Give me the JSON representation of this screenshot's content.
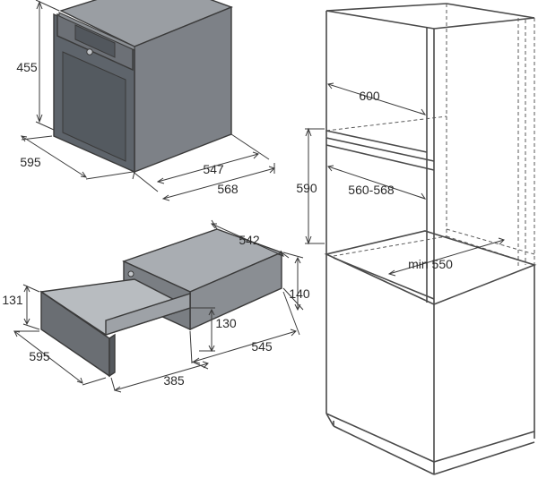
{
  "colors": {
    "line": "#3a3a3a",
    "oven_front": "#5e646b",
    "oven_side": "#7d8187",
    "oven_top": "#9a9ea3",
    "panel": "#6c7076",
    "drawer_light": "#a9adb2",
    "drawer_mid": "#8a8e93",
    "drawer_dark": "#6a6e73"
  },
  "oven": {
    "height": "455",
    "width": "595",
    "depth_body": "547",
    "depth_total": "568"
  },
  "drawer": {
    "depth_total": "542",
    "height_back": "140",
    "front_height": "131",
    "front_width": "595",
    "inner_height": "130",
    "body_depth": "545",
    "extension": "385"
  },
  "niche": {
    "width": "600",
    "height": "590",
    "depth_range": "560-568",
    "min_depth": "min 550"
  }
}
